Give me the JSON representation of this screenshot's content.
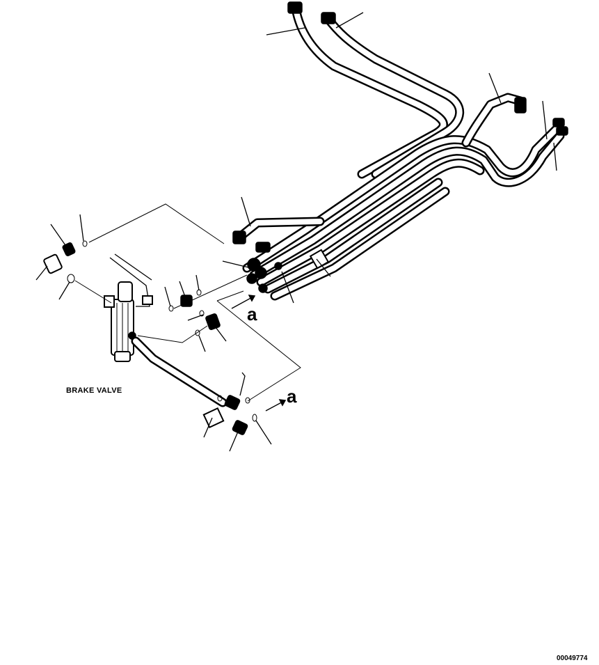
{
  "labels": {
    "brake_valve": "BRAKE VALVE",
    "view_ref_1": "a",
    "view_ref_2": "a",
    "drawing_number": "00049774"
  },
  "colors": {
    "ink": "#000000",
    "background": "#ffffff"
  }
}
